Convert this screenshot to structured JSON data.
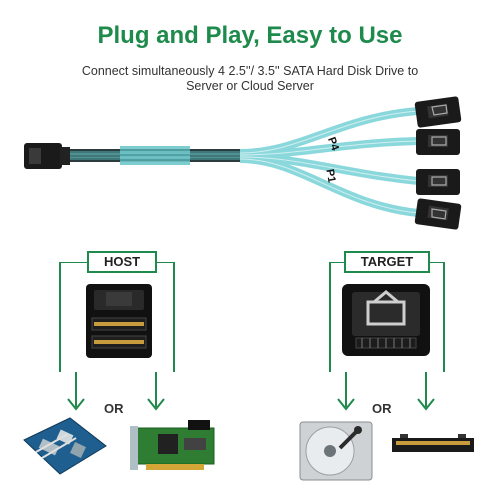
{
  "headline": "Plug and Play, Easy to Use",
  "subline_1": "Connect simultaneously 4 2.5''/ 3.5'' SATA Hard Disk Drive to",
  "subline_2": "Server or Cloud Server",
  "cable_labels": {
    "p4": "P4",
    "p1": "P1"
  },
  "host": {
    "label": "HOST",
    "or": "OR"
  },
  "target": {
    "label": "TARGET",
    "or": "OR"
  },
  "colors": {
    "accent_green": "#1e8a4c",
    "cable_blue": "#7fd3d8",
    "connector_black": "#1a1a1a"
  }
}
